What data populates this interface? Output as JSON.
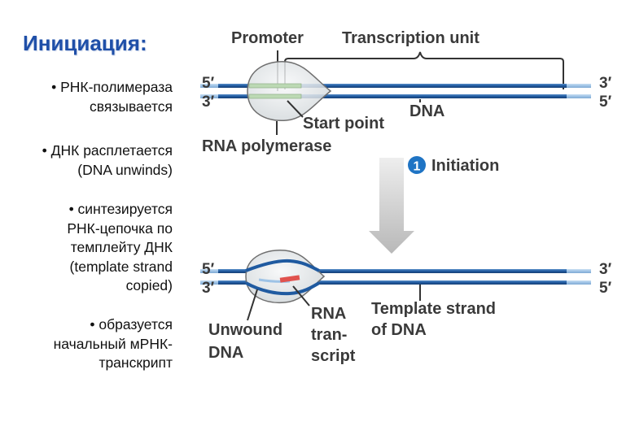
{
  "left_panel": {
    "title": "Инициация:",
    "bullets": [
      [
        "• РНК-полимераза",
        "связывается"
      ],
      [
        "• ДНК расплетается",
        "(DNA unwinds)"
      ],
      [
        "• синтезируется",
        "РНК-цепочка по",
        "темплейту ДНК",
        "(template strand",
        "copied)"
      ],
      [
        "• образуется",
        "начальный мРНК-",
        "транскрипт"
      ]
    ]
  },
  "diagram": {
    "promoter": "Promoter",
    "transcription_unit": "Transcription unit",
    "dna": "DNA",
    "start_point": "Start point",
    "rna_polymerase": "RNA polymerase",
    "step_number": "1",
    "step_label": "Initiation",
    "unwound_dna": [
      "Unwound",
      "DNA"
    ],
    "rna_transcript": [
      "RNA",
      "tran-",
      "script"
    ],
    "template_strand": [
      "Template strand",
      "of DNA"
    ],
    "top_ends": {
      "left": [
        "5′",
        "3′"
      ],
      "right": [
        "3′",
        "5′"
      ]
    },
    "bottom_ends": {
      "left": [
        "5′",
        "3′"
      ],
      "right": [
        "3′",
        "5′"
      ]
    }
  },
  "colors": {
    "title": "#1f4fa8",
    "dna_strand_dark": "#1f5aa0",
    "dna_strand_light": "#9ec3e6",
    "polymerase_fill": "#e4e8ea",
    "promoter_region": "#bcd9b4",
    "rna_transcript": "#e0524e",
    "step_badge": "#1f74c4",
    "arrow": "#c8c8c8"
  }
}
